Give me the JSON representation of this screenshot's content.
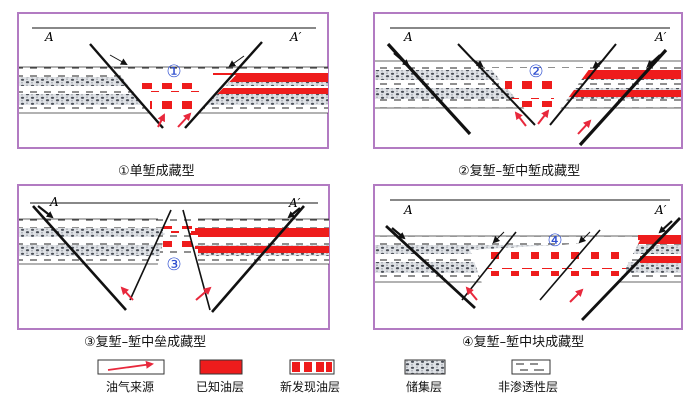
{
  "panels": [
    {
      "caption": "①单堑成藏型",
      "circle": "①",
      "a_left": "A",
      "a_right": "A′"
    },
    {
      "caption": "②复堑–堑中堑成藏型",
      "circle": "②",
      "a_left": "A",
      "a_right": "A′"
    },
    {
      "caption": "③复堑–堑中垒成藏型",
      "circle": "③",
      "a_left": "A",
      "a_right": "A′"
    },
    {
      "caption": "④复堑–堑中块成藏型",
      "circle": "④",
      "a_left": "A",
      "a_right": "A′"
    }
  ],
  "legend": {
    "source": "油气来源",
    "known_oil": "已知油层",
    "new_oil": "新发现油层",
    "reservoir": "储集层",
    "seal": "非渗透性层"
  },
  "colors": {
    "frame": "#b27bc2",
    "oil": "#ee1c1c",
    "arrow": "#e8283c",
    "circle": "#2f4fd0"
  }
}
